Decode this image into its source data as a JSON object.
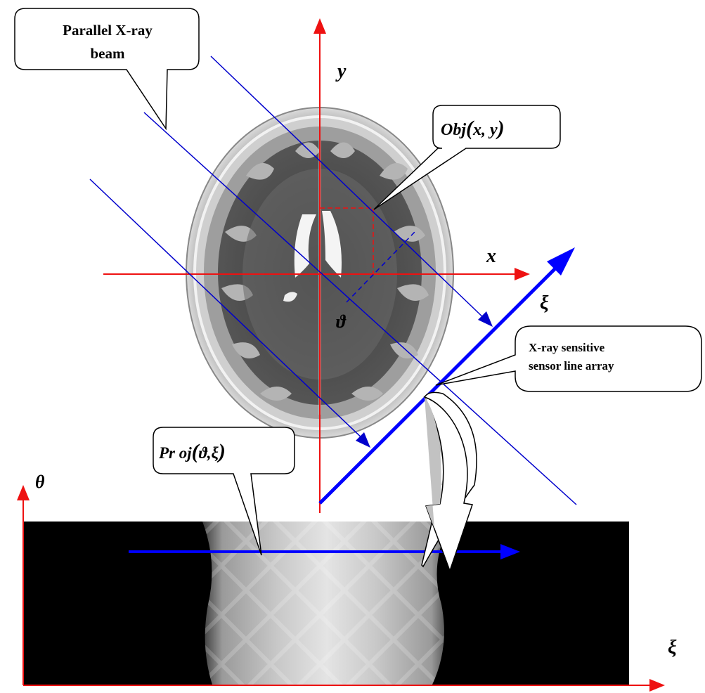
{
  "diagram": {
    "callouts": {
      "beam": {
        "line1": "Parallel X-ray",
        "line2": "beam"
      },
      "object": {
        "prefix": "Obj",
        "args": "x, y"
      },
      "sensor": {
        "line1": "X-ray sensitive",
        "line2": "sensor line array"
      },
      "projection": {
        "prefix": "Pr oj",
        "args": "ϑ,ξ"
      }
    },
    "axes": {
      "x": "x",
      "y": "y",
      "xi": "ξ",
      "angle": "ϑ",
      "theta": "θ",
      "sinogram_xi": "ξ"
    },
    "colors": {
      "axis": "#ee1111",
      "beam": "#0000cc",
      "sensor": "#0000ff",
      "background": "#ffffff",
      "sinogram_bg": "#000000"
    },
    "images": {
      "brain": "axial-brain-mri-slice",
      "sinogram": "radon-transform-sinogram"
    }
  }
}
